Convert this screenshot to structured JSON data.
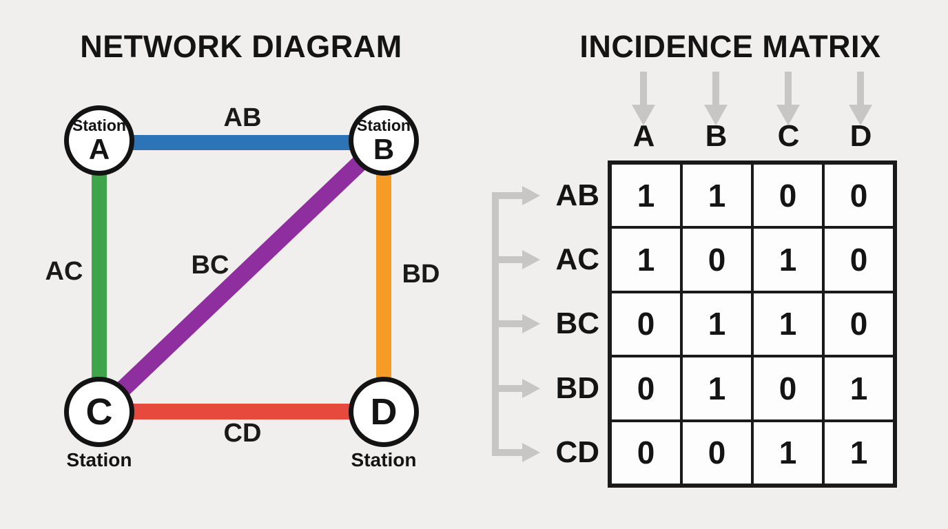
{
  "network": {
    "title": "NETWORK DIAGRAM",
    "station_word": "Station",
    "nodes": [
      {
        "id": "A",
        "label": "A"
      },
      {
        "id": "B",
        "label": "B"
      },
      {
        "id": "C",
        "label": "C"
      },
      {
        "id": "D",
        "label": "D"
      }
    ],
    "edges": [
      {
        "id": "AB",
        "label": "AB",
        "color": "#2C74B6"
      },
      {
        "id": "AC",
        "label": "AC",
        "color": "#3FA54B"
      },
      {
        "id": "BC",
        "label": "BC",
        "color": "#8F2E9F"
      },
      {
        "id": "BD",
        "label": "BD",
        "color": "#F59C26"
      },
      {
        "id": "CD",
        "label": "CD",
        "color": "#E74A3D"
      }
    ]
  },
  "matrix": {
    "title": "INCIDENCE MATRIX",
    "columns": [
      "A",
      "B",
      "C",
      "D"
    ],
    "rows": [
      {
        "label": "AB",
        "values": [
          "1",
          "1",
          "0",
          "0"
        ]
      },
      {
        "label": "AC",
        "values": [
          "1",
          "0",
          "1",
          "0"
        ]
      },
      {
        "label": "BC",
        "values": [
          "0",
          "1",
          "1",
          "0"
        ]
      },
      {
        "label": "BD",
        "values": [
          "0",
          "1",
          "0",
          "1"
        ]
      },
      {
        "label": "CD",
        "values": [
          "0",
          "0",
          "1",
          "1"
        ]
      }
    ],
    "arrow_color": "#C7C6C4"
  }
}
